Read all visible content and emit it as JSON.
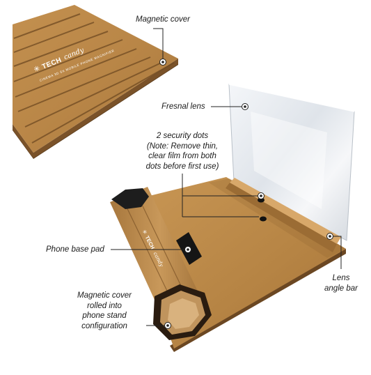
{
  "labels": {
    "magnetic_cover": "Magnetic cover",
    "fresnal_lens": "Fresnal lens",
    "security_dots_title": "2 security dots",
    "security_dots_note_1": "(Note: Remove thin,",
    "security_dots_note_2": "clear film from both",
    "security_dots_note_3": "dots before first use)",
    "phone_base_pad": "Phone base pad",
    "rolled_cover_1": "Magnetic cover",
    "rolled_cover_2": "rolled into",
    "rolled_cover_3": "phone stand",
    "rolled_cover_4": "configuration",
    "lens_angle_bar_1": "Lens",
    "lens_angle_bar_2": "angle bar"
  },
  "product": {
    "brand": "TECH",
    "brand_script": "candy",
    "tagline": "CINEMA 3D 6X MOBILE PHONE MAGNIFIER"
  },
  "colors": {
    "gold": "#b8864a",
    "gold_dark": "#8f6330",
    "gold_light": "#cf9f63",
    "black": "#1b1b1b",
    "lens": "#eef1f5"
  }
}
